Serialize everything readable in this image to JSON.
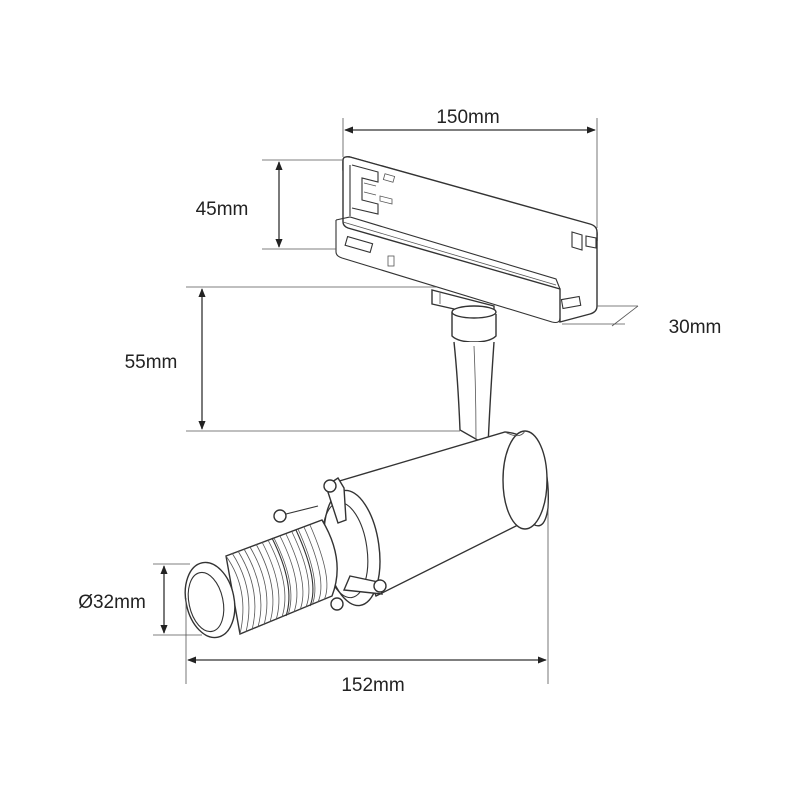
{
  "dimensions": {
    "track_width": "150mm",
    "adapter_height": "45mm",
    "adapter_depth": "30mm",
    "stem_height": "55mm",
    "lens_diameter": "Ø32mm",
    "total_length": "152mm"
  },
  "colors": {
    "line": "#333333",
    "text": "#222222",
    "background": "#ffffff"
  }
}
